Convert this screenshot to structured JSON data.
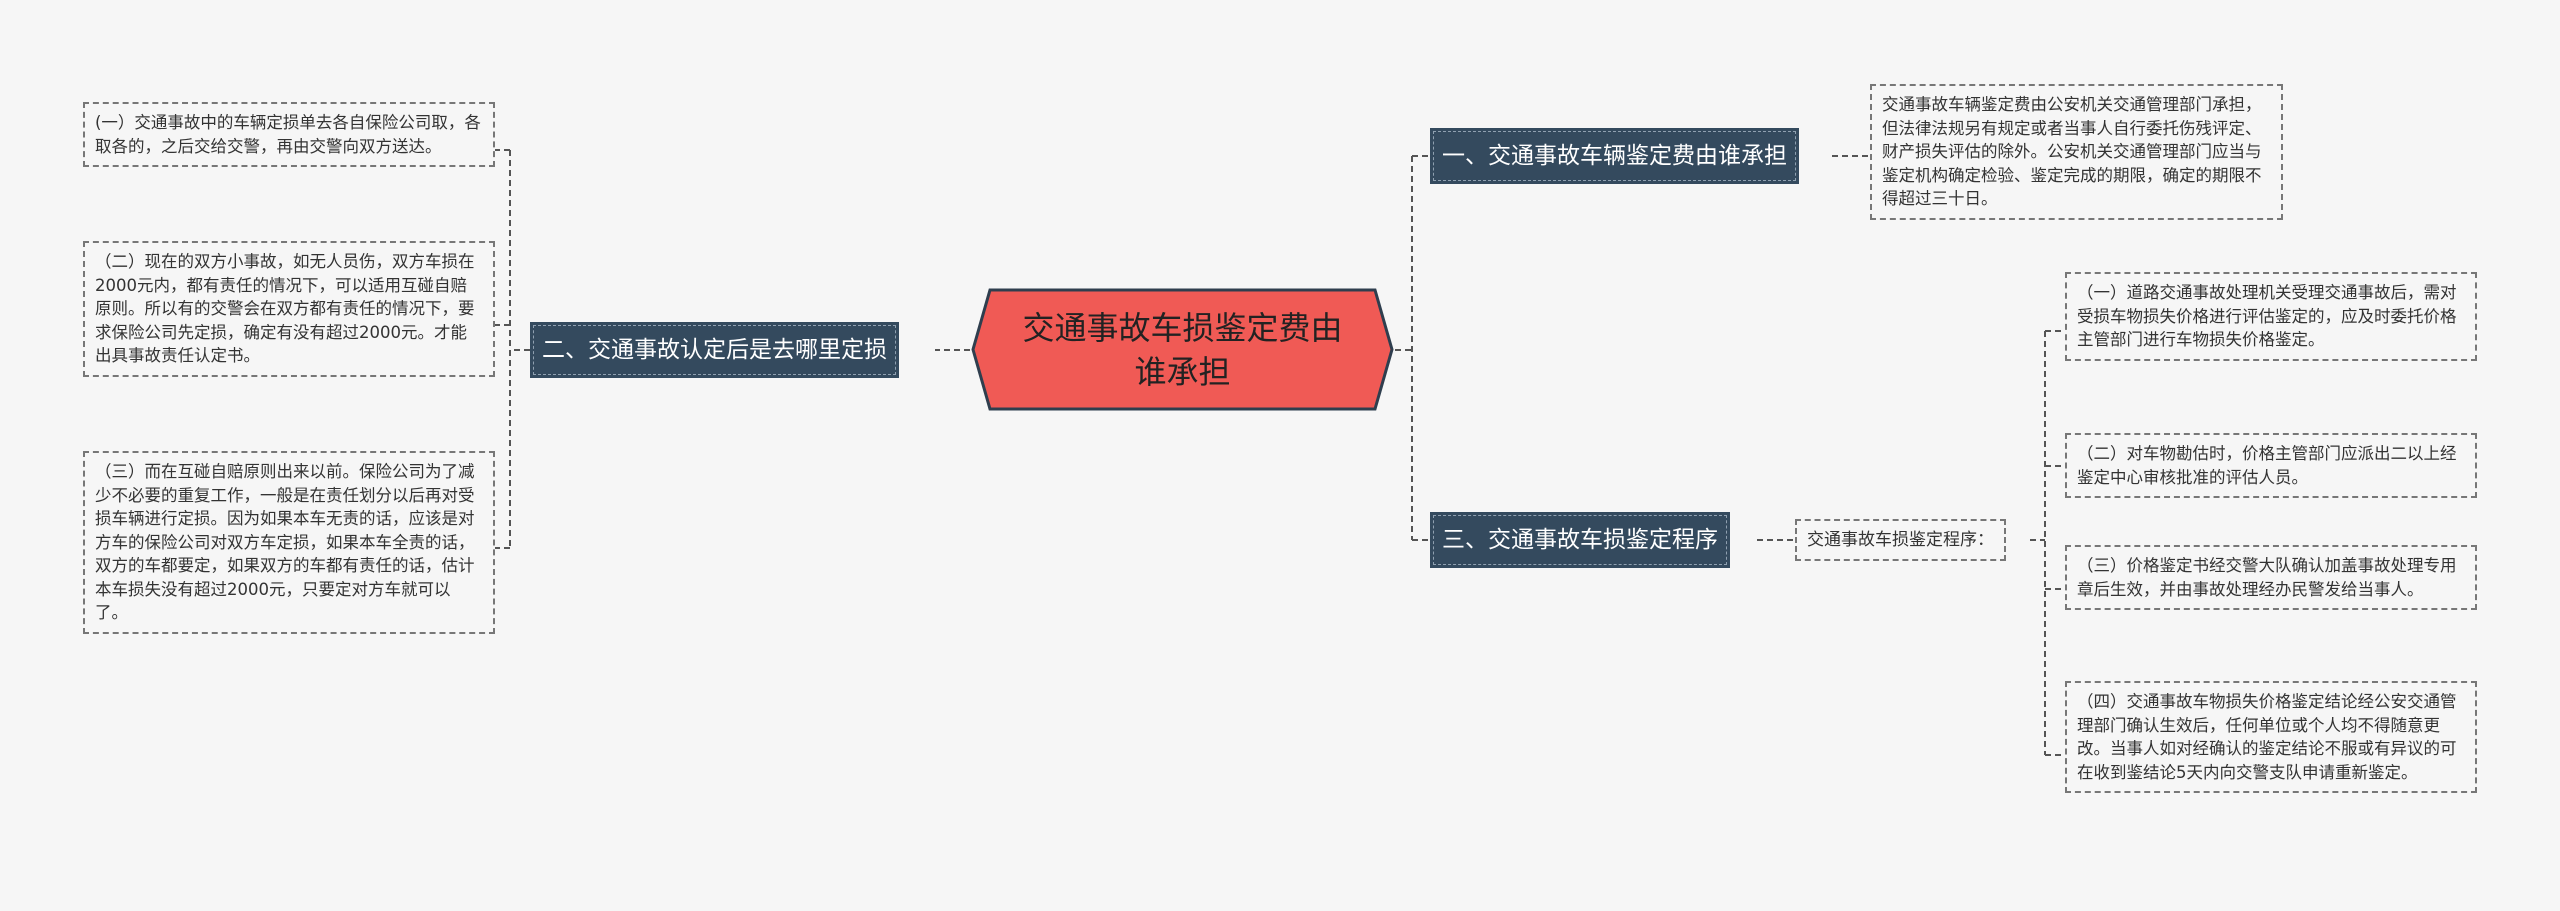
{
  "central": {
    "title": "交通事故车损鉴定费由谁承担"
  },
  "branch1": {
    "label": "一、交通事故车辆鉴定费由谁承担",
    "detail": "交通事故车辆鉴定费由公安机关交通管理部门承担，但法律法规另有规定或者当事人自行委托伤残评定、财产损失评估的除外。公安机关交通管理部门应当与鉴定机构确定检验、鉴定完成的期限，确定的期限不得超过三十日。"
  },
  "branch2": {
    "label": "二、交通事故认定后是去哪里定损",
    "items": [
      "(一）交通事故中的车辆定损单去各自保险公司取，各取各的，之后交给交警，再由交警向双方送达。",
      "（二）现在的双方小事故，如无人员伤，双方车损在2000元内，都有责任的情况下，可以适用互碰自赔原则。所以有的交警会在双方都有责任的情况下，要求保险公司先定损，确定有没有超过2000元。才能出具事故责任认定书。",
      "（三）而在互碰自赔原则出来以前。保险公司为了减少不必要的重复工作，一般是在责任划分以后再对受损车辆进行定损。因为如果本车无责的话，应该是对方车的保险公司对双方车定损，如果本车全责的话，双方的车都要定，如果双方的车都有责任的话，估计本车损失没有超过2000元，只要定对方车就可以了。"
    ]
  },
  "branch3": {
    "label": "三、交通事故车损鉴定程序",
    "mid_label": "交通事故车损鉴定程序：",
    "items": [
      "（一）道路交通事故处理机关受理交通事故后，需对受损车物损失价格进行评估鉴定的，应及时委托价格主管部门进行车物损失价格鉴定。",
      "（二）对车物勘估时，价格主管部门应派出二以上经鉴定中心审核批准的评估人员。",
      "（三）价格鉴定书经交警大队确认加盖事故处理专用章后生效，并由事故处理经办民警发给当事人。",
      "（四）交通事故车物损失价格鉴定结论经公安交通管理部门确认生效后，任何单位或个人均不得随意更改。当事人如对经确认的鉴定结论不服或有异议的可在收到鉴结论5天内向交警支队申请重新鉴定。"
    ]
  },
  "colors": {
    "central_fill": "#f05a55",
    "central_border": "#2f3e4e",
    "branch_fill": "#344a5e",
    "connector": "#555555",
    "background": "#f6f6f6"
  }
}
